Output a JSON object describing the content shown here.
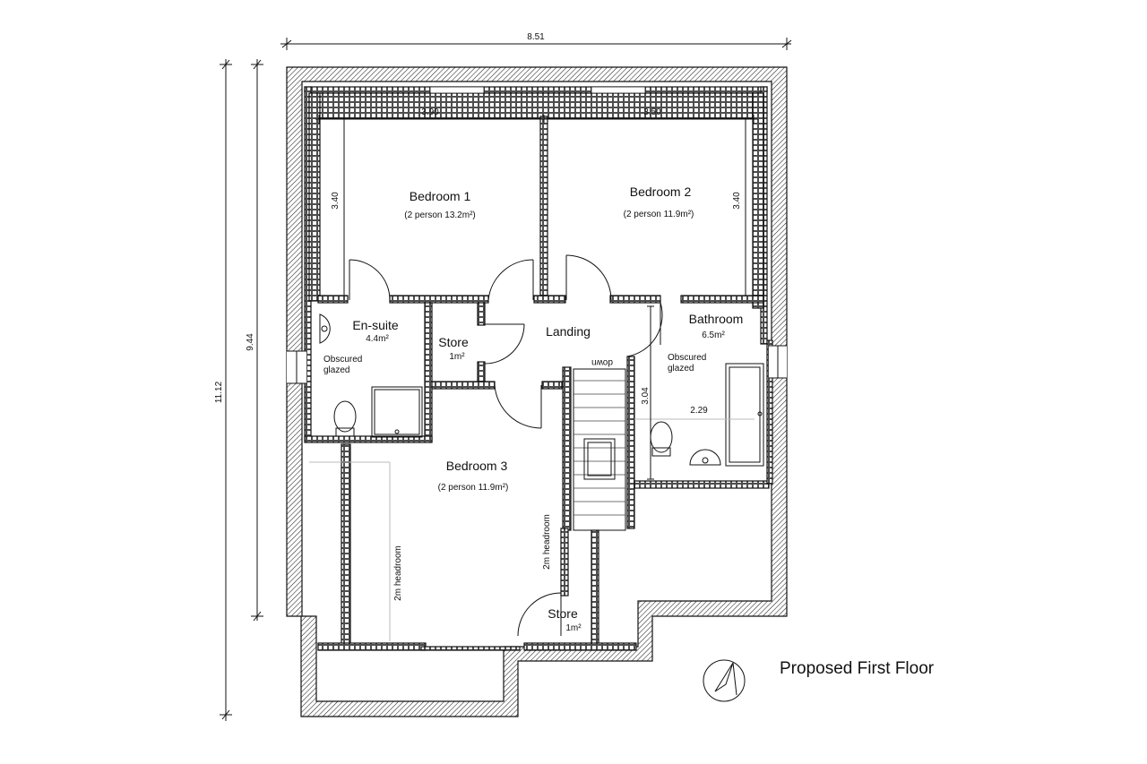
{
  "title": "Proposed First Floor",
  "rooms": {
    "bedroom1": {
      "name": "Bedroom 1",
      "detail": "(2 person 13.2m²)"
    },
    "bedroom2": {
      "name": "Bedroom 2",
      "detail": "(2 person 11.9m²)"
    },
    "bedroom3": {
      "name": "Bedroom 3",
      "detail": "(2 person 11.9m²)"
    },
    "ensuite": {
      "name": "En-suite",
      "area": "4.4m²",
      "note_line1": "Obscured",
      "note_line2": "glazed"
    },
    "bathroom": {
      "name": "Bathroom",
      "area": "6.5m²",
      "note_line1": "Obscured",
      "note_line2": "glazed"
    },
    "store_upper": {
      "name": "Store",
      "area": "1m²"
    },
    "store_lower": {
      "name": "Store",
      "area": "1m²"
    },
    "landing": {
      "name": "Landing"
    }
  },
  "stair_label": "down",
  "headroom_label": "2m headroom",
  "dimensions": {
    "overall_width": "8.51",
    "overall_depth": "11.12",
    "main_depth": "9.44",
    "bedroom1_width": "3.90",
    "bedroom2_width": "3.50",
    "bedroom1_depth": "3.40",
    "bedroom2_depth": "3.40",
    "bathroom_width": "2.29",
    "bathroom_depth": "3.04"
  }
}
